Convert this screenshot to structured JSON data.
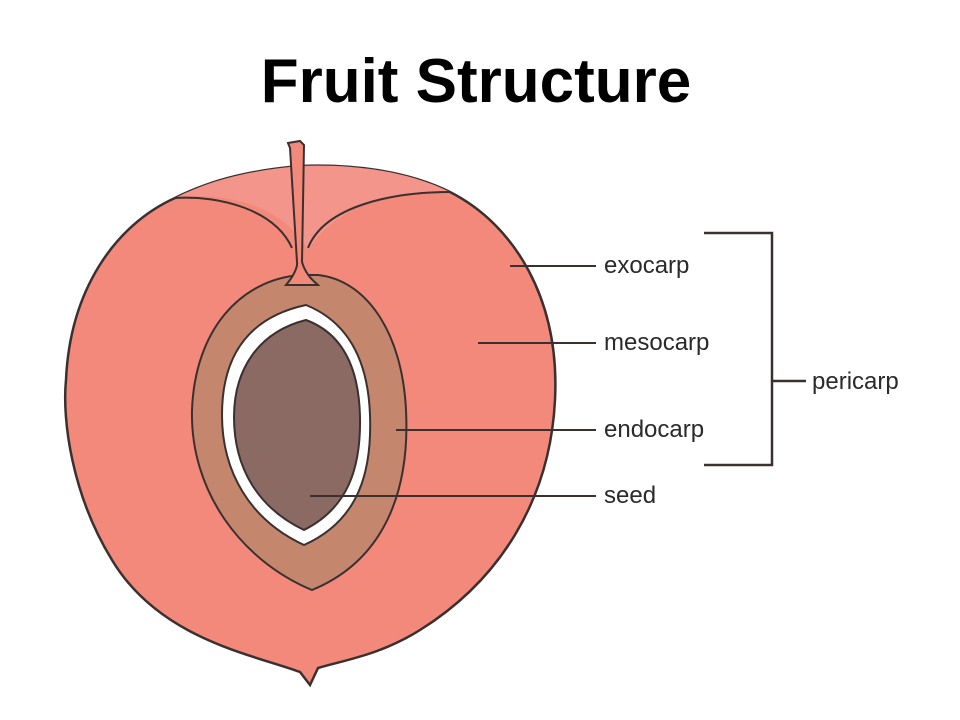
{
  "slide": {
    "title": "Fruit Structure"
  },
  "diagram": {
    "labels": {
      "exocarp": "exocarp",
      "mesocarp": "mesocarp",
      "endocarp": "endocarp",
      "seed": "seed",
      "pericarp": "pericarp"
    },
    "colors": {
      "mesocarp": "#f2897a",
      "endocarp": "#c4876e",
      "seed": "#8a6a63",
      "outline": "#3a3030"
    }
  }
}
